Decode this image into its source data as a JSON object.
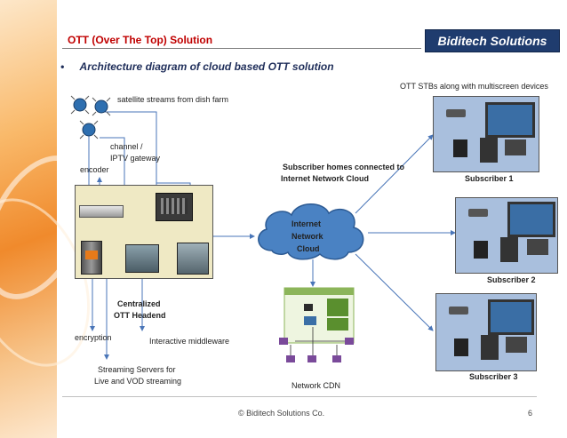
{
  "header": {
    "title": "OTT (Over The Top) Solution",
    "logo_text": "Biditech Solutions"
  },
  "bullet": {
    "symbol": "•",
    "text": "Architecture diagram of cloud based OTT solution"
  },
  "labels": {
    "satellite": "satellite streams from dish farm",
    "channel_line1": "channel /",
    "channel_line2": "IPTV gateway",
    "encoder": "encoder",
    "headend_line1": "Centralized",
    "headend_line2": "OTT Headend",
    "encryption": "encryption",
    "middleware": "Interactive middleware",
    "streaming_line1": "Streaming Servers for",
    "streaming_line2": "Live and VOD streaming",
    "homes_line1": "Subscriber homes connected to",
    "homes_line2": "Internet Network Cloud",
    "cloud_line1": "Internet",
    "cloud_line2": "Network",
    "cloud_line3": "Cloud",
    "cdn": "Network CDN",
    "stbs": "OTT STBs along with multiscreen devices",
    "subscriber1": "Subscriber 1",
    "subscriber2": "Subscriber 2",
    "subscriber3": "Subscriber 3"
  },
  "footer": {
    "copyright": "© Biditech Solutions Co.",
    "page": "6"
  },
  "colors": {
    "title_red": "#c00000",
    "cloud_blue": "#4a82c3",
    "arrow_blue": "#4a76b8",
    "headend_fill": "#efe9c4",
    "subscriber_fill": "#a9bfdd"
  }
}
